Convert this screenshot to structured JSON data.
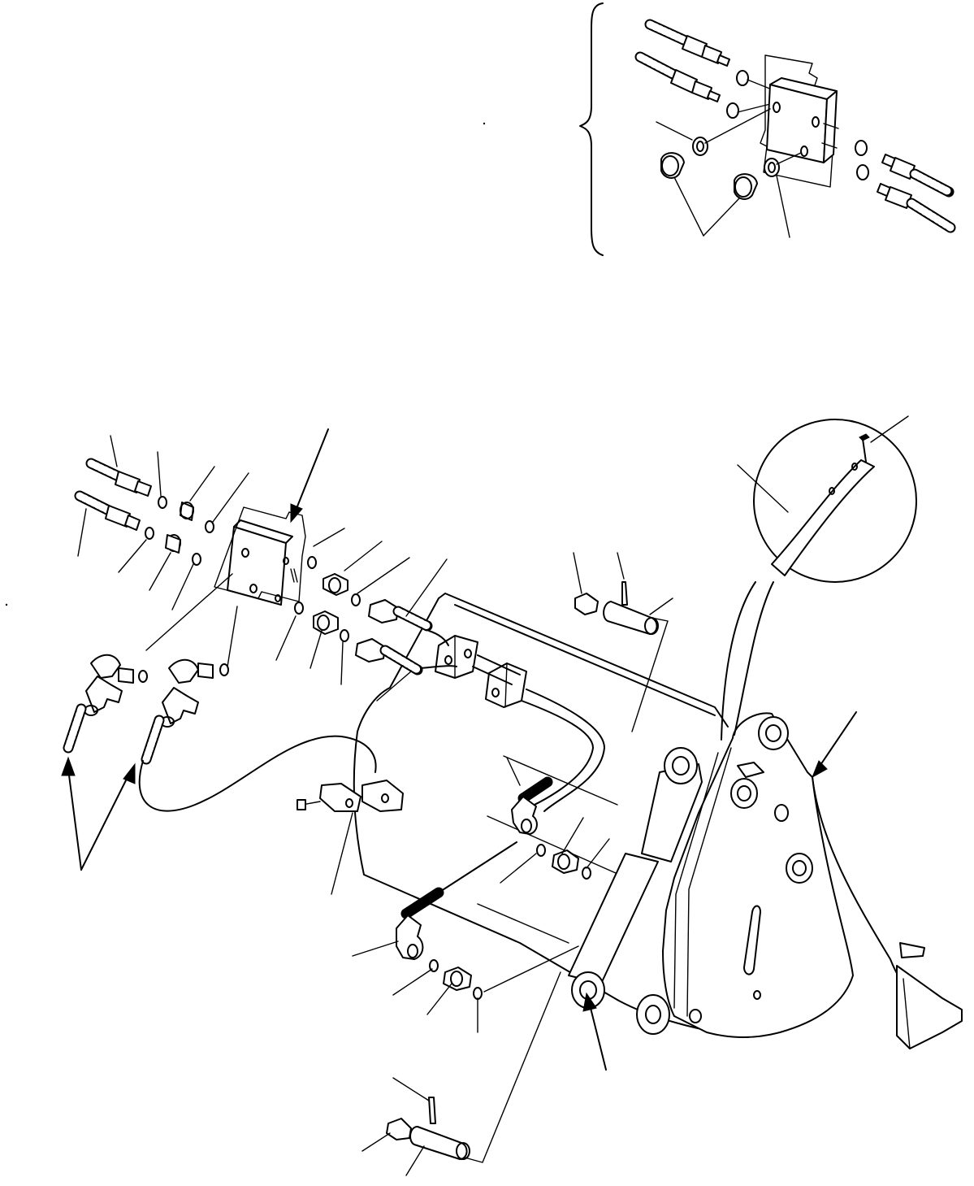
{
  "diagram": {
    "callout_labels": [],
    "views": [
      {
        "id": "detail-view",
        "description_visible": false
      },
      {
        "id": "main-assembly",
        "description_visible": false
      },
      {
        "id": "magnified-detail",
        "description_visible": false
      }
    ]
  }
}
